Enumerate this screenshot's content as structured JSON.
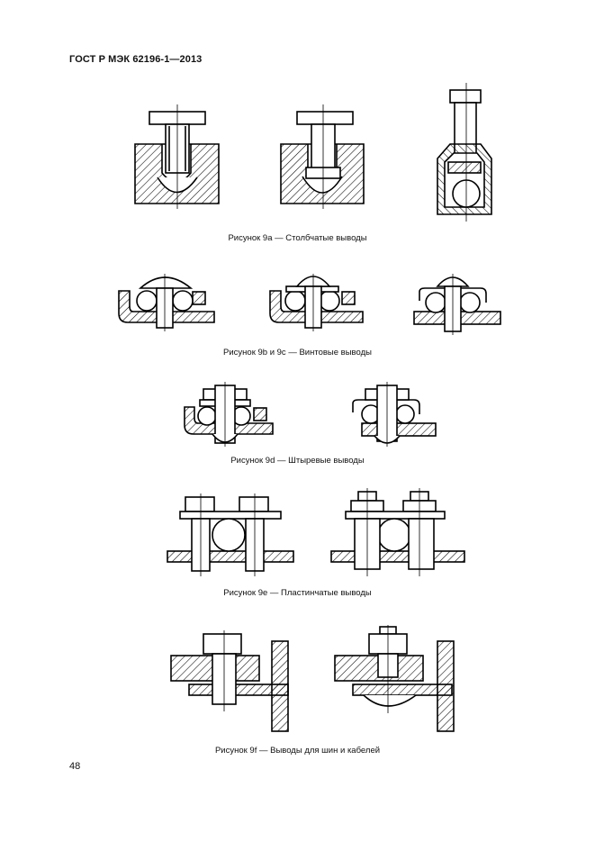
{
  "document": {
    "header": "ГОСТ Р МЭК 62196-1—2013",
    "page_number": "48"
  },
  "figures": [
    {
      "caption": "Рисунок 9a — Столбчатые выводы"
    },
    {
      "caption": "Рисунок 9b и 9c — Винтовые выводы"
    },
    {
      "caption": "Рисунок 9d — Штыревые выводы"
    },
    {
      "caption": "Рисунок 9e — Пластинчатые выводы"
    },
    {
      "caption": "Рисунок 9f — Выводы для шин и кабелей"
    }
  ]
}
